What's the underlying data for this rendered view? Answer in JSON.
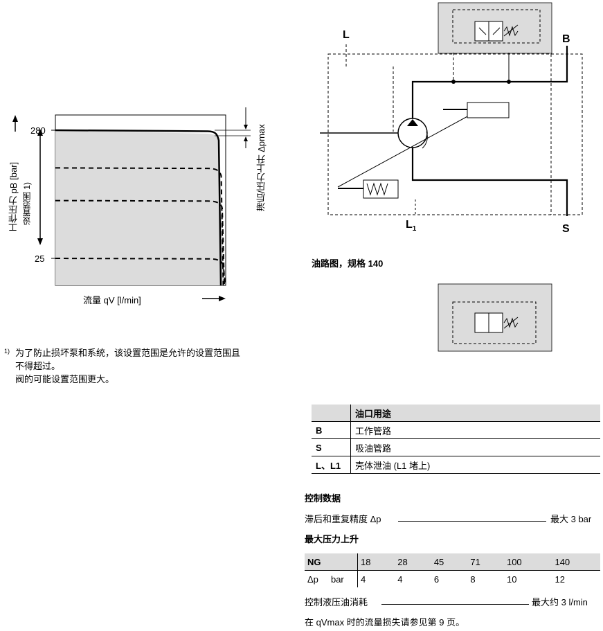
{
  "chart_data": {
    "type": "line",
    "ylabel": "工作压力 pB [bar]",
    "ylabel_sub": "设置范围 1)",
    "xlabel": "流量 qV [l/min]",
    "y_ticks": [
      "280",
      "25"
    ],
    "right_label": "滞后/压力上升 Δpmax",
    "series": [
      {
        "values_y": [
          280,
          278,
          271
        ]
      },
      {
        "values_y": [
          205,
          204,
          200
        ]
      },
      {
        "values_y": [
          140,
          139,
          136
        ]
      },
      {
        "values_y": [
          25,
          24,
          22
        ]
      }
    ],
    "shading": "grey"
  },
  "chart_footnote": {
    "marker": "1)",
    "lines": [
      "为了防止损坏泵和系统，该设置范围是允许的设置范围且",
      "不得超过。",
      "阀的可能设置范围更大。"
    ]
  },
  "circuit": {
    "port_L": "L",
    "port_B": "B",
    "port_S": "S",
    "port_L1": "L",
    "port_L1_sub": "1",
    "caption": "油路图，规格 140"
  },
  "ports_table": {
    "header": [
      "",
      "油口用途"
    ],
    "rows": [
      [
        "B",
        "工作管路"
      ],
      [
        "S",
        "吸油管路"
      ],
      [
        "L、L1",
        "壳体泄油 (L1 堵上)"
      ]
    ]
  },
  "control": {
    "title": "控制数据",
    "hysteresis_label": "滞后和重复精度 Δp",
    "hysteresis_value": "最大 3 bar",
    "max_rise_title": "最大压力上升",
    "ng_table": {
      "header": [
        "NG",
        "18",
        "28",
        "45",
        "71",
        "100",
        "140"
      ],
      "row": [
        "Δp     bar",
        "4",
        "4",
        "6",
        "8",
        "10",
        "12"
      ]
    },
    "consumption_label": "控制液压油消耗",
    "consumption_value": "最大约 3 l/min",
    "note": "在 qVmax 时的流量损失请参见第 9 页。"
  }
}
